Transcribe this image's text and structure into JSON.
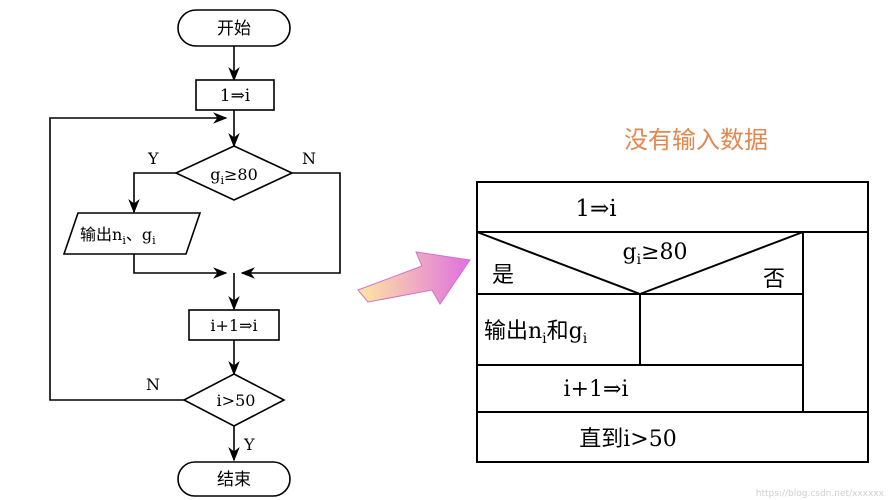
{
  "flowchart": {
    "start": "开始",
    "init": "1⇒i",
    "decision1": {
      "cond_base": "g",
      "cond_sub": "i",
      "cond_rest": "≥80",
      "yes": "Y",
      "no": "N"
    },
    "output": {
      "prefix": "输出n",
      "sub1": "i",
      "mid": "、g",
      "sub2": "i"
    },
    "increment": "i+1⇒i",
    "decision2": {
      "cond": "i>50",
      "yes": "Y",
      "no": "N"
    },
    "end": "结束"
  },
  "ns_chart": {
    "caption": "没有输入数据",
    "init": "1⇒i",
    "condition": {
      "base": "g",
      "sub": "i",
      "rest": "≥80"
    },
    "yes": "是",
    "no": "否",
    "output": {
      "prefix": "输出n",
      "sub1": "i",
      "mid": "和g",
      "sub2": "i"
    },
    "increment": "i+1⇒i",
    "until": "直到i>50"
  },
  "watermark": "https://blog.csdn.net/xxxxxx",
  "colors": {
    "caption": "#e08850",
    "arrow_from": "#e070e0",
    "arrow_to": "#ffe8a0"
  }
}
